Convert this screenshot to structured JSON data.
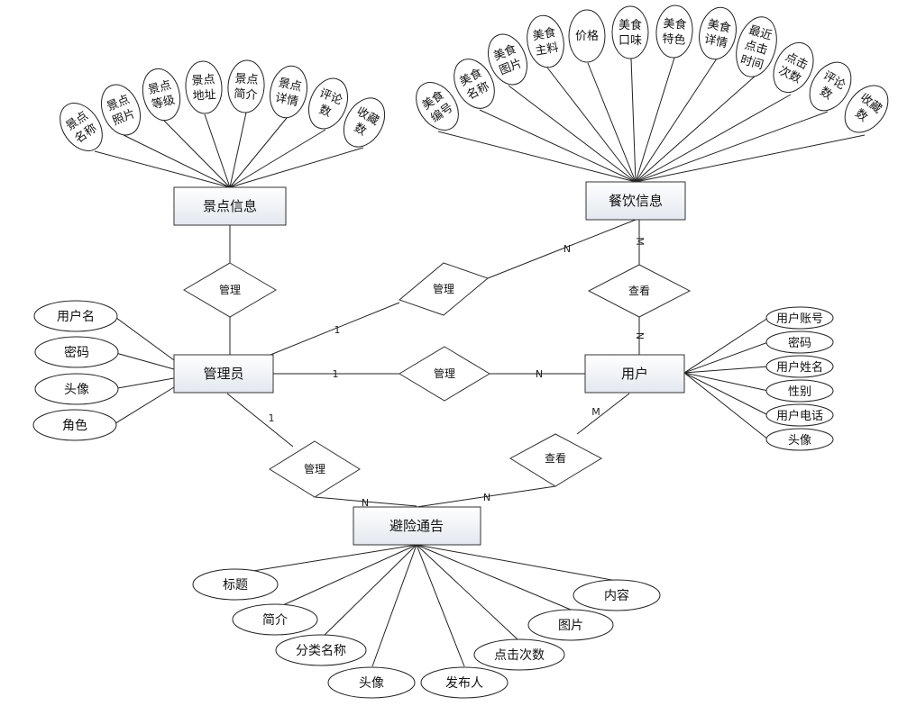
{
  "entities": {
    "scenic": "景点信息",
    "food": "餐饮信息",
    "admin": "管理员",
    "user": "用户",
    "notice": "避险通告"
  },
  "relations": {
    "admin_scenic": "管理",
    "admin_food": "管理",
    "admin_user": "管理",
    "user_food": "查看",
    "admin_notice": "管理",
    "user_notice": "查看"
  },
  "scenic_attrs": [
    [
      "景点",
      "名称"
    ],
    [
      "景点",
      "照片"
    ],
    [
      "景点",
      "等级"
    ],
    [
      "景点",
      "地址"
    ],
    [
      "景点",
      "简介"
    ],
    [
      "景点",
      "详情"
    ],
    [
      "评论",
      "数"
    ],
    [
      "收藏",
      "数"
    ]
  ],
  "food_attrs": [
    [
      "美食",
      "编号"
    ],
    [
      "美食",
      "名称"
    ],
    [
      "美食",
      "图片"
    ],
    [
      "美食",
      "主料"
    ],
    [
      "价格"
    ],
    [
      "美食",
      "口味"
    ],
    [
      "美食",
      "特色"
    ],
    [
      "美食",
      "详情"
    ],
    [
      "最近",
      "点击",
      "时间"
    ],
    [
      "点击",
      "次数"
    ],
    [
      "评论",
      "数"
    ],
    [
      "收藏",
      "数"
    ]
  ],
  "admin_attrs": [
    "用户名",
    "密码",
    "头像",
    "角色"
  ],
  "user_attrs": [
    "用户账号",
    "密码",
    "用户姓名",
    "性别",
    "用户电话",
    "头像"
  ],
  "notice_attrs": [
    "标题",
    "简介",
    "分类名称",
    "头像",
    "发布人",
    "点击次数",
    "图片",
    "内容"
  ],
  "cardinalities": {
    "admin_food_admin": "1",
    "admin_food_food": "N",
    "food_user_food": "M",
    "food_user_user": "N",
    "admin_user_admin": "1",
    "admin_user_user": "N",
    "admin_notice_admin": "1",
    "admin_notice_notice": "N",
    "user_notice_user": "M",
    "user_notice_notice": "N"
  }
}
